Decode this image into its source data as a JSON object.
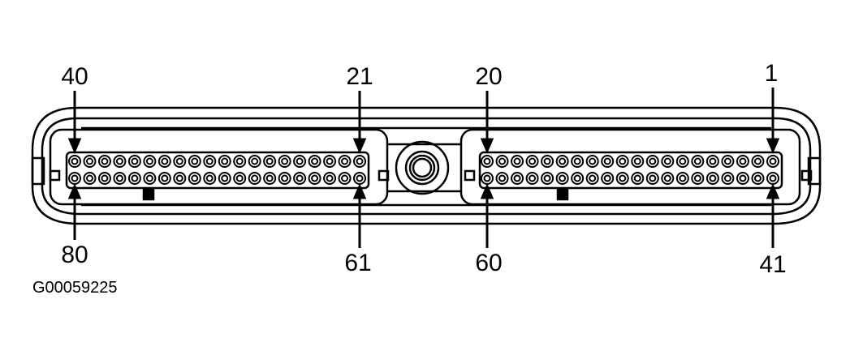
{
  "diagram": {
    "title": "Connector pin-out",
    "figure_code": "G00059225",
    "pins_per_row": 20,
    "left_block": {
      "top_left": "40",
      "top_right": "21",
      "bottom_left": "80",
      "bottom_right": "61"
    },
    "right_block": {
      "top_left": "20",
      "top_right": "1",
      "bottom_left": "60",
      "bottom_right": "41"
    },
    "colors": {
      "line": "#000000",
      "background": "#ffffff"
    }
  }
}
